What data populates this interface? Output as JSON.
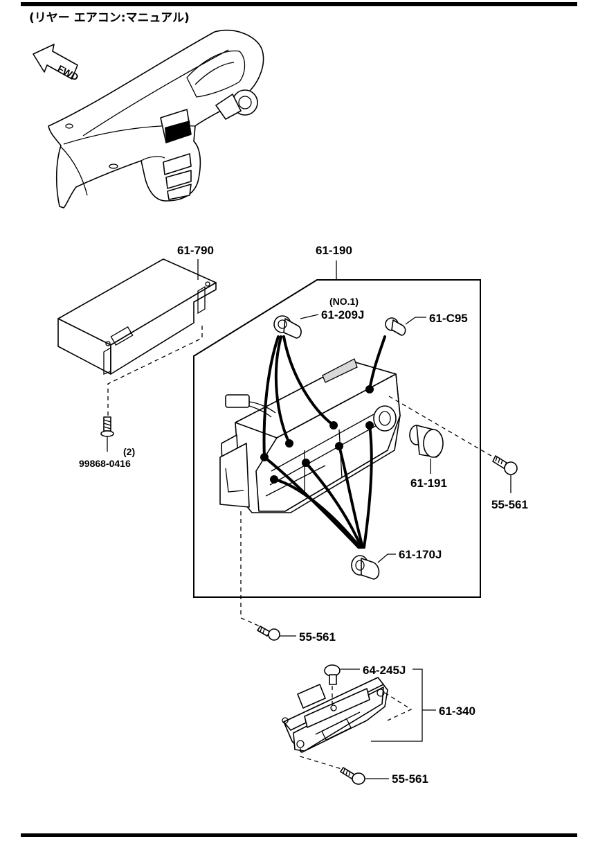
{
  "header": {
    "title": "(リヤー エアコン:マニュアル)"
  },
  "dashboard": {
    "direction_label": "FWD"
  },
  "parts": {
    "rear_unit": "61-790",
    "screw_qty": "(2)",
    "screw": "99868-0416",
    "control_assembly": "61-190",
    "bulb_note": "(NO.1)",
    "bulb_a": "61-209J",
    "bulb_b": "61-C95",
    "knob": "61-191",
    "screw_right": "55-561",
    "bulb_c": "61-170J",
    "screw_mid": "55-561",
    "bulb_d": "64-245J",
    "sub_panel": "61-340",
    "screw_bottom": "55-561"
  }
}
